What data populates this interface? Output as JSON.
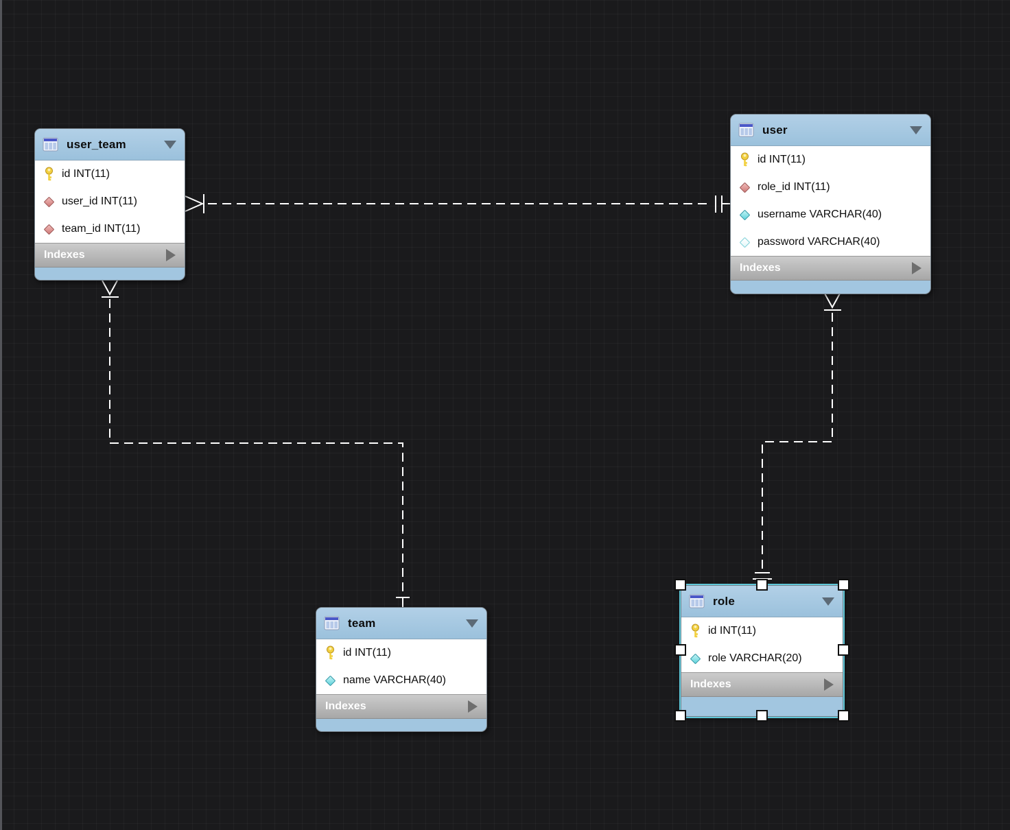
{
  "diagram": {
    "background": "#1a1a1c",
    "grid_color": "#2a2a2d",
    "table_header_color": "#a2c6e0",
    "relationship_line_color": "#ffffff",
    "selection_color": "#5fc8d9"
  },
  "labels": {
    "indexes": "Indexes"
  },
  "tables": [
    {
      "name": "user_team",
      "selected": false,
      "columns": [
        {
          "icon": "primary-key",
          "label": "id INT(11)"
        },
        {
          "icon": "foreign-key",
          "label": "user_id INT(11)"
        },
        {
          "icon": "foreign-key",
          "label": "team_id INT(11)"
        }
      ]
    },
    {
      "name": "user",
      "selected": false,
      "columns": [
        {
          "icon": "primary-key",
          "label": "id INT(11)"
        },
        {
          "icon": "foreign-key",
          "label": "role_id INT(11)"
        },
        {
          "icon": "column",
          "label": "username VARCHAR(40)"
        },
        {
          "icon": "column-nullable",
          "label": "password VARCHAR(40)"
        }
      ]
    },
    {
      "name": "team",
      "selected": false,
      "columns": [
        {
          "icon": "primary-key",
          "label": "id INT(11)"
        },
        {
          "icon": "column",
          "label": "name VARCHAR(40)"
        }
      ]
    },
    {
      "name": "role",
      "selected": true,
      "columns": [
        {
          "icon": "primary-key",
          "label": "id INT(11)"
        },
        {
          "icon": "column",
          "label": "role VARCHAR(20)"
        }
      ]
    }
  ],
  "relationships": [
    {
      "from": "user_team.user_id",
      "to": "user.id",
      "type": "non-identifying",
      "from_cardinality": "many",
      "to_cardinality": "one-and-only-one",
      "line_style": "dashed"
    },
    {
      "from": "user_team.team_id",
      "to": "team.id",
      "type": "non-identifying",
      "from_cardinality": "many",
      "to_cardinality": "one",
      "line_style": "dashed"
    },
    {
      "from": "user.role_id",
      "to": "role.id",
      "type": "non-identifying",
      "from_cardinality": "many",
      "to_cardinality": "one-and-only-one",
      "line_style": "dashed"
    }
  ]
}
